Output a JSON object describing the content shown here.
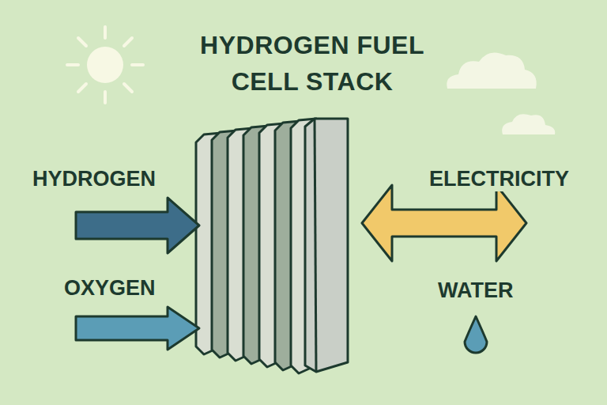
{
  "diagram": {
    "title": "HYDROGEN FUEL CELL STACK",
    "labels": [
      "HYDROGEN",
      "OXYGEN",
      "ELECTRICITY",
      "WATER"
    ]
  }
}
